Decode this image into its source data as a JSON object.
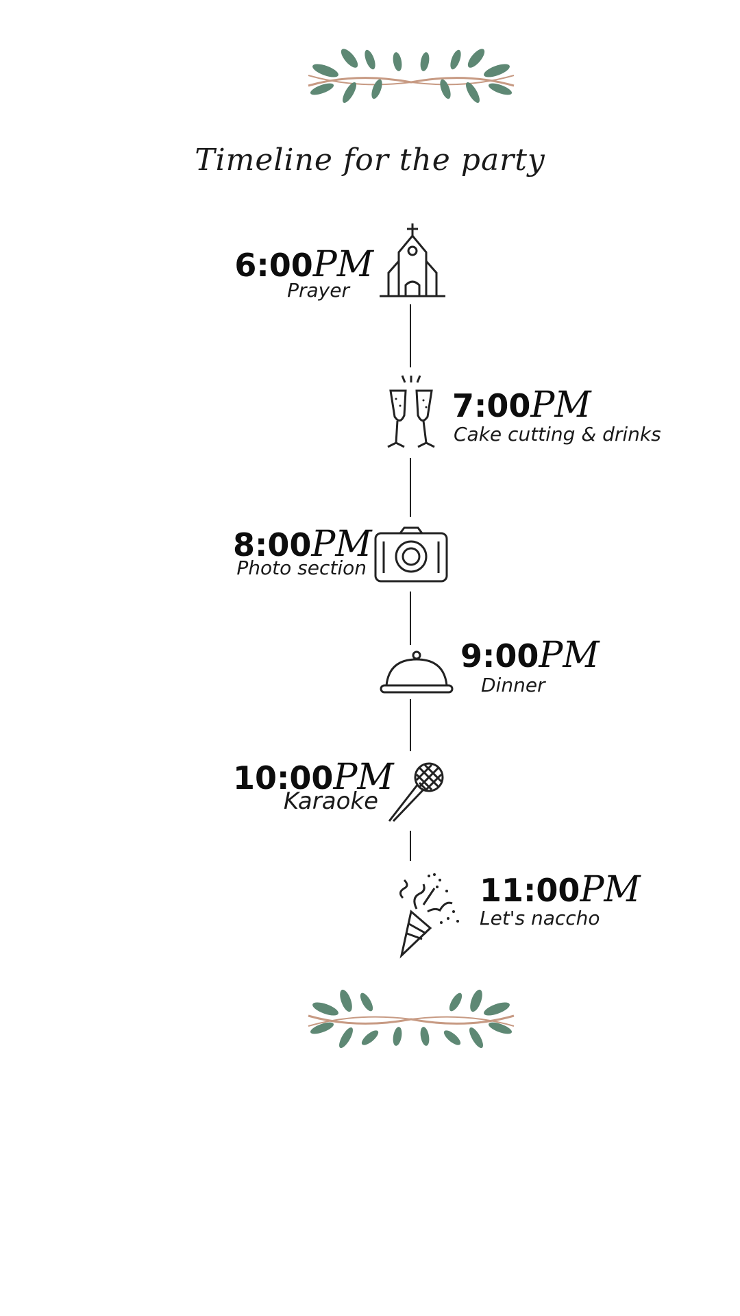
{
  "title": "Timeline for the party",
  "colors": {
    "leaf": "#5e8874",
    "stem": "#c79a83",
    "ink": "#222222"
  },
  "events": [
    {
      "time": "6:00",
      "ampm": "PM",
      "label": "Prayer",
      "icon": "church-icon"
    },
    {
      "time": "7:00",
      "ampm": "PM",
      "label": "Cake cutting & drinks",
      "icon": "champagne-glasses-icon"
    },
    {
      "time": "8:00",
      "ampm": "PM",
      "label": "Photo section",
      "icon": "camera-icon"
    },
    {
      "time": "9:00",
      "ampm": "PM",
      "label": "Dinner",
      "icon": "food-cloche-icon"
    },
    {
      "time": "10:00",
      "ampm": "PM",
      "label": "Karaoke",
      "icon": "microphone-icon"
    },
    {
      "time": "11:00",
      "ampm": "PM",
      "label": "Let's naccho",
      "icon": "party-popper-icon"
    }
  ]
}
